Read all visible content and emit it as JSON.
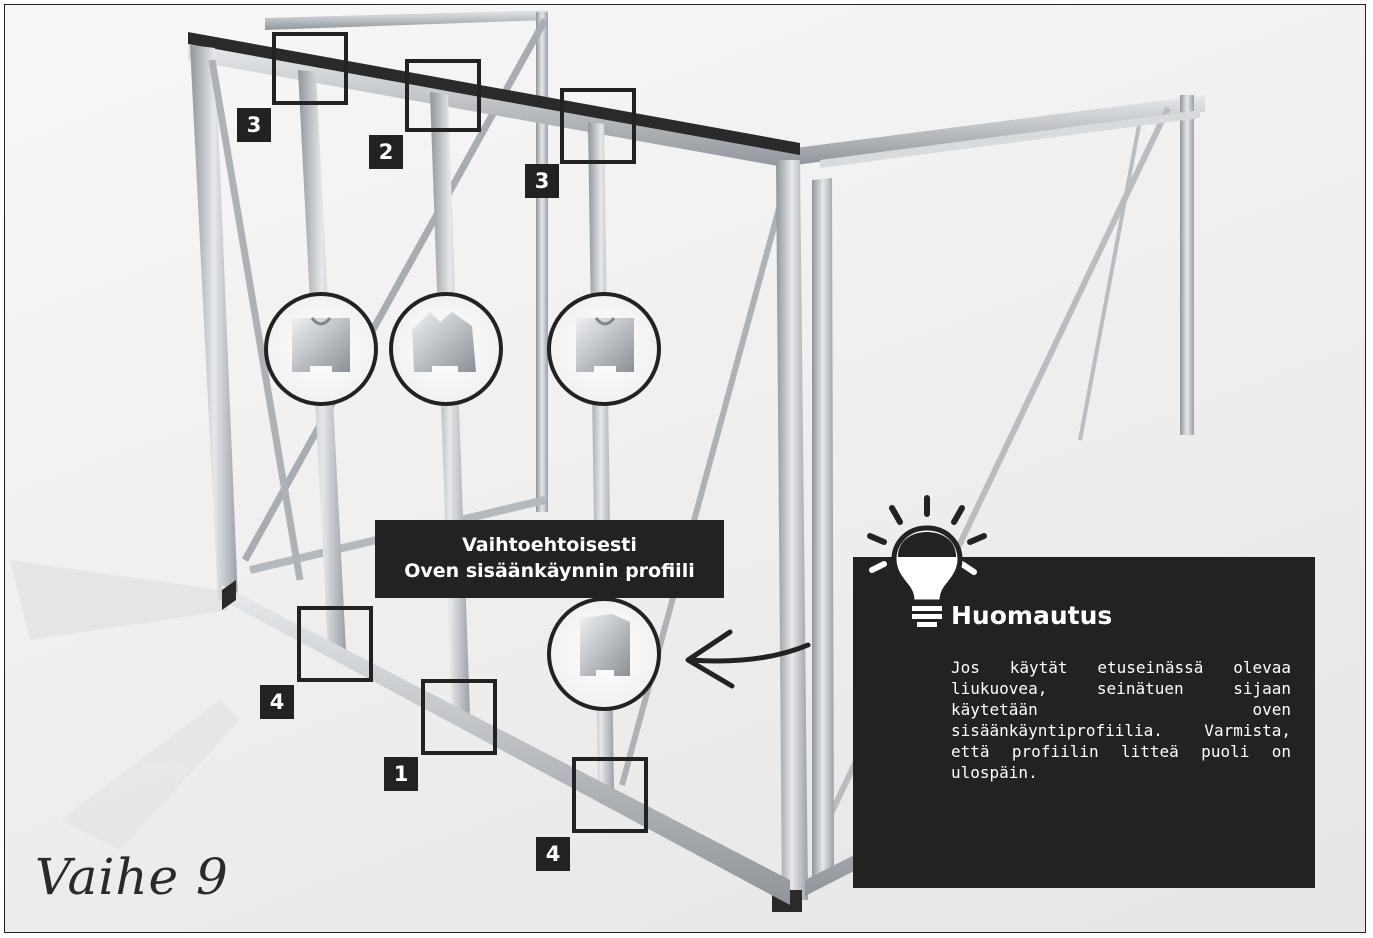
{
  "markers": {
    "m3_left": "3",
    "m2": "2",
    "m3_right": "3",
    "m4_left": "4",
    "m1": "1",
    "m4_right": "4"
  },
  "alternative_label": {
    "line1": "Vaihtoehtoisesti",
    "line2": "Oven sisäänkäynnin profiili"
  },
  "note": {
    "title": "Huomautus",
    "text": "Jos käytät etuseinässä olevaa liukuovea, seinätuen sijaan käytetään oven sisäänkäyntiprofiilia. Varmista, että profiilin litteä puoli on ulospäin."
  },
  "step_title": "Vaihe 9",
  "colors": {
    "dark": "#222222",
    "aluminium": "#c9cdd1",
    "aluminium_dark": "#9aa0a6"
  },
  "icons": [
    "lightbulb-icon",
    "arrow-icon"
  ]
}
